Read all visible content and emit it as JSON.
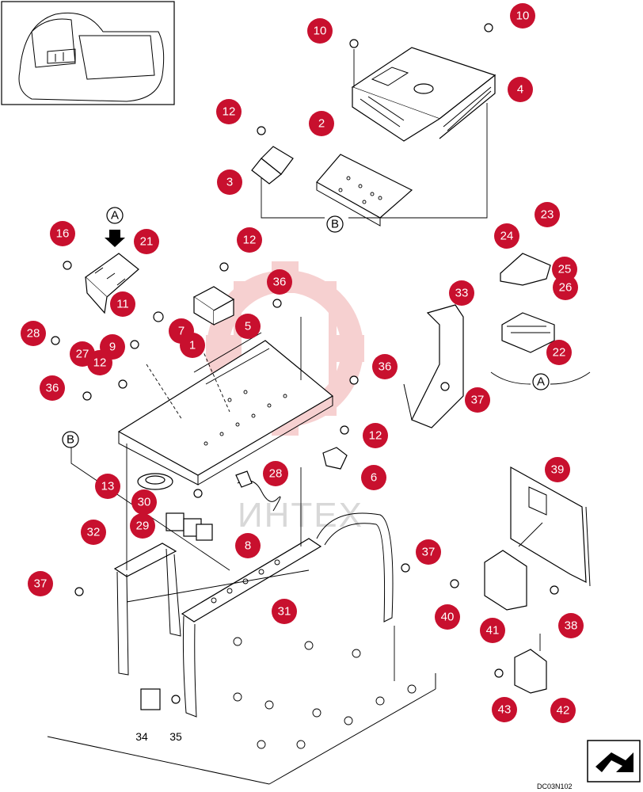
{
  "figure": {
    "drawing_code": "DC03N102",
    "watermark_text": "ИНТЕХ",
    "callout_color": "#c8102e",
    "view_letters": [
      "A",
      "B"
    ],
    "callouts": [
      {
        "id": "c10a",
        "label": "10"
      },
      {
        "id": "c10b",
        "label": "10"
      },
      {
        "id": "c4",
        "label": "4"
      },
      {
        "id": "c12a",
        "label": "12"
      },
      {
        "id": "c2",
        "label": "2"
      },
      {
        "id": "c3",
        "label": "3"
      },
      {
        "id": "c16",
        "label": "16"
      },
      {
        "id": "c21",
        "label": "21"
      },
      {
        "id": "c12b",
        "label": "12"
      },
      {
        "id": "c36a",
        "label": "36"
      },
      {
        "id": "c11",
        "label": "11"
      },
      {
        "id": "c7",
        "label": "7"
      },
      {
        "id": "c1",
        "label": "1"
      },
      {
        "id": "c5",
        "label": "5"
      },
      {
        "id": "c28a",
        "label": "28"
      },
      {
        "id": "c27",
        "label": "27"
      },
      {
        "id": "c9",
        "label": "9"
      },
      {
        "id": "c12c",
        "label": "12"
      },
      {
        "id": "c36b",
        "label": "36"
      },
      {
        "id": "c36c",
        "label": "36"
      },
      {
        "id": "c33",
        "label": "33"
      },
      {
        "id": "c37a",
        "label": "37"
      },
      {
        "id": "c12d",
        "label": "12"
      },
      {
        "id": "c6",
        "label": "6"
      },
      {
        "id": "c28b",
        "label": "28"
      },
      {
        "id": "c13",
        "label": "13"
      },
      {
        "id": "c30",
        "label": "30"
      },
      {
        "id": "c29",
        "label": "29"
      },
      {
        "id": "c8",
        "label": "8"
      },
      {
        "id": "c32",
        "label": "32"
      },
      {
        "id": "c37b",
        "label": "37"
      },
      {
        "id": "c31",
        "label": "31"
      },
      {
        "id": "c37c",
        "label": "37"
      },
      {
        "id": "c23",
        "label": "23"
      },
      {
        "id": "c24",
        "label": "24"
      },
      {
        "id": "c25",
        "label": "25"
      },
      {
        "id": "c26",
        "label": "26"
      },
      {
        "id": "c22",
        "label": "22"
      },
      {
        "id": "c39",
        "label": "39"
      },
      {
        "id": "c40",
        "label": "40"
      },
      {
        "id": "c41",
        "label": "41"
      },
      {
        "id": "c38",
        "label": "38"
      },
      {
        "id": "c43",
        "label": "43"
      },
      {
        "id": "c42",
        "label": "42"
      }
    ],
    "plain_labels": [
      {
        "id": "p34",
        "label": "34"
      },
      {
        "id": "p35",
        "label": "35"
      }
    ]
  }
}
